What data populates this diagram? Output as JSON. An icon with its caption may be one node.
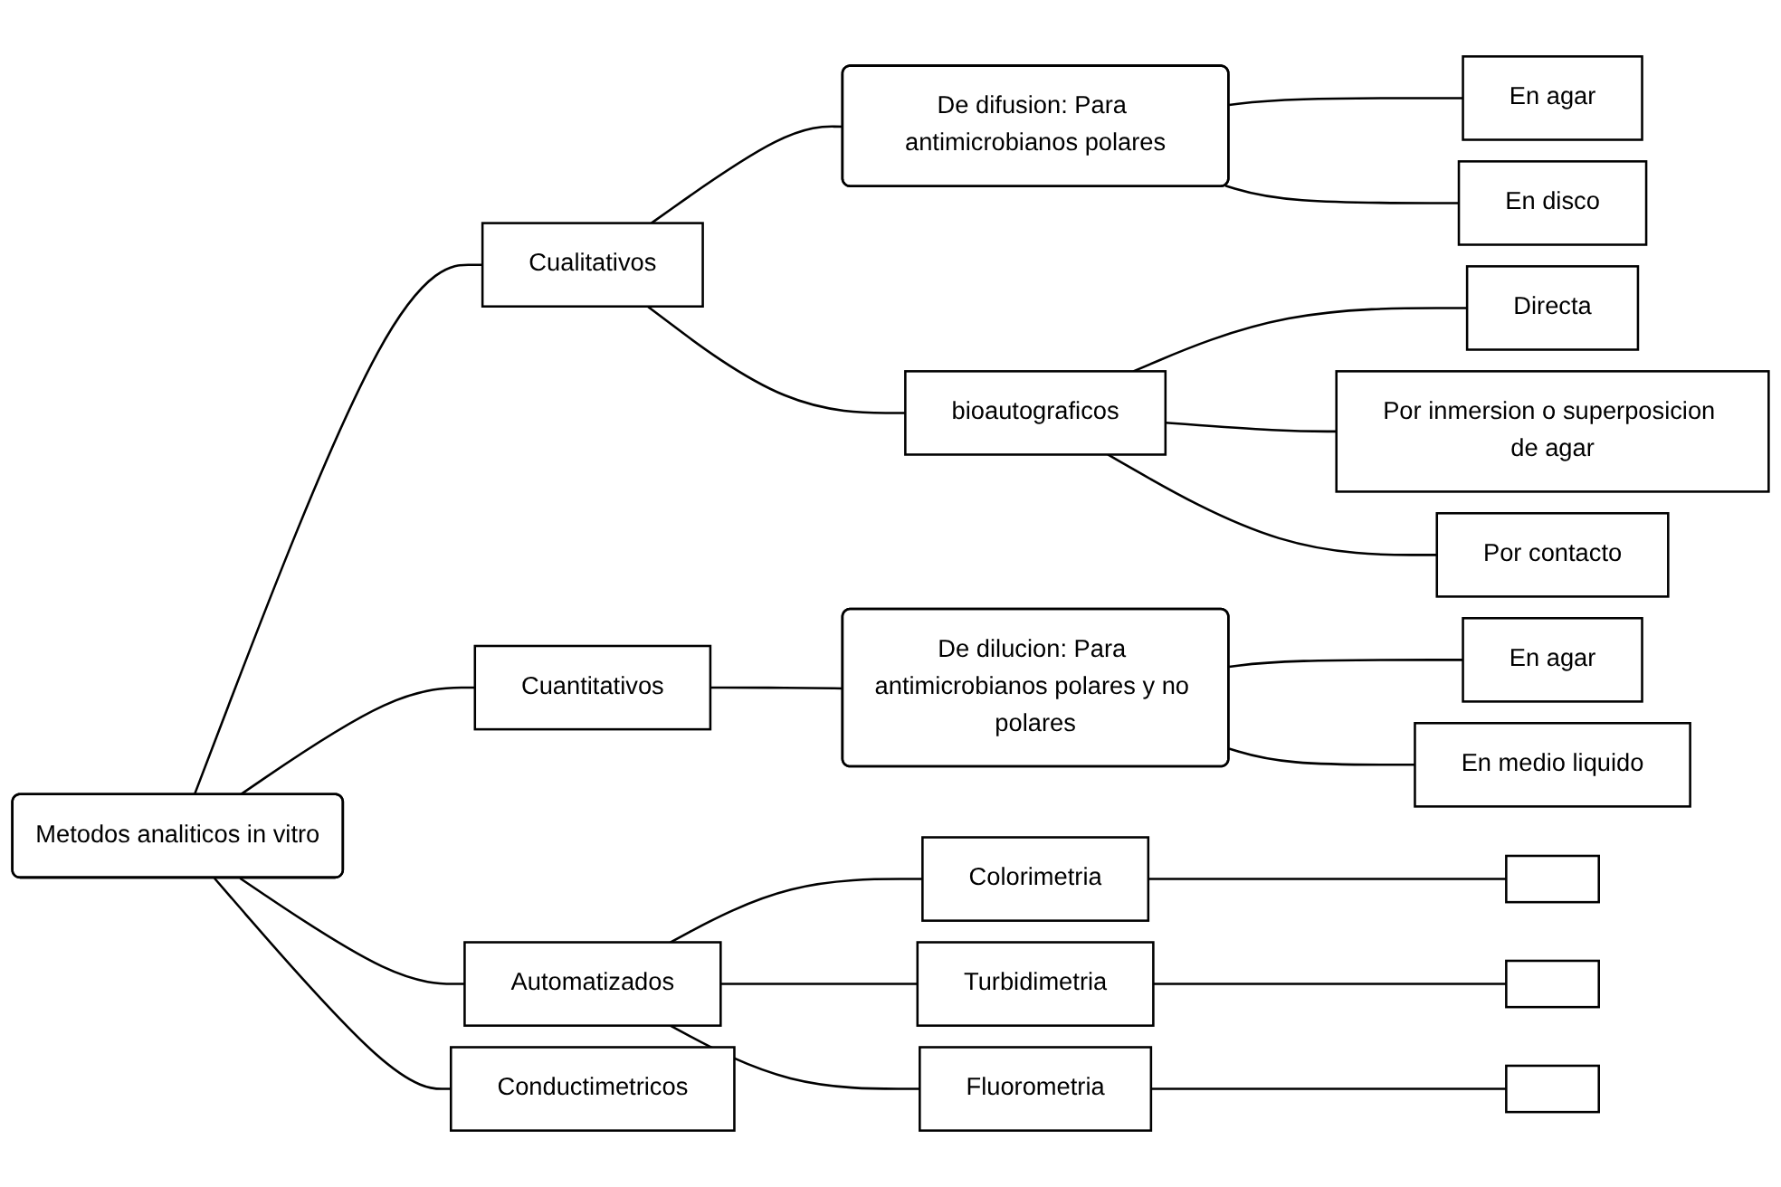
{
  "diagram": {
    "nodes": [
      {
        "text": [
          "Metodos analiticos in vitro"
        ]
      },
      {
        "text": [
          "Cualitativos"
        ]
      },
      {
        "text": [
          "De difusion: Para antimicrobianos polares"
        ]
      },
      {
        "text": [
          "En agar"
        ]
      },
      {
        "text": [
          "En disco"
        ]
      },
      {
        "text": [
          "bioautograficos"
        ]
      },
      {
        "text": [
          "Directa"
        ]
      },
      {
        "text": [
          "Por inmersion o superposicion de agar"
        ]
      },
      {
        "text": [
          "Por contacto"
        ]
      },
      {
        "text": [
          "Cuantitativos"
        ]
      },
      {
        "text": [
          "De dilucion: Para antimicrobianos polares y no polares"
        ]
      },
      {
        "text": [
          "En agar"
        ]
      },
      {
        "text": [
          "En medio liquido"
        ]
      },
      {
        "text": [
          "Automatizados"
        ]
      },
      {
        "text": [
          "Colorimetria"
        ]
      },
      {
        "text": [],
        "shape": "box"
      },
      {
        "text": [
          "Turbidimetria"
        ]
      },
      {
        "text": [],
        "shape": "box"
      },
      {
        "text": [
          "Fluorometria"
        ]
      },
      {
        "text": [],
        "shape": "box"
      },
      {
        "text": [
          "Conductimetricos"
        ]
      }
    ],
    "edges": [
      {
        "from": 0,
        "to": 1,
        "arrow": "none"
      },
      {
        "from": 0,
        "to": 9,
        "arrow": "none"
      },
      {
        "from": 0,
        "to": 13,
        "arrow": "none"
      },
      {
        "from": 0,
        "to": 20,
        "arrow": "none"
      },
      {
        "from": 1,
        "to": 2,
        "arrow": "none"
      },
      {
        "from": 1,
        "to": 5,
        "arrow": "none"
      },
      {
        "from": 2,
        "to": 3,
        "arrow": "none"
      },
      {
        "from": 2,
        "to": 4,
        "arrow": "none"
      },
      {
        "from": 5,
        "to": 6,
        "arrow": "none"
      },
      {
        "from": 5,
        "to": 7,
        "arrow": "none"
      },
      {
        "from": 5,
        "to": 8,
        "arrow": "none"
      },
      {
        "from": 9,
        "to": 10,
        "arrow": "none"
      },
      {
        "from": 10,
        "to": 11,
        "arrow": "none"
      },
      {
        "from": 10,
        "to": 12,
        "arrow": "none"
      },
      {
        "from": 13,
        "to": 14,
        "arrow": "none"
      },
      {
        "from": 13,
        "to": 16,
        "arrow": "none"
      },
      {
        "from": 13,
        "to": 18,
        "arrow": "none"
      },
      {
        "from": 14,
        "to": 15,
        "arrow": "none"
      },
      {
        "from": 16,
        "to": 17,
        "arrow": "none"
      },
      {
        "from": 18,
        "to": 19,
        "arrow": "none"
      }
    ]
  }
}
